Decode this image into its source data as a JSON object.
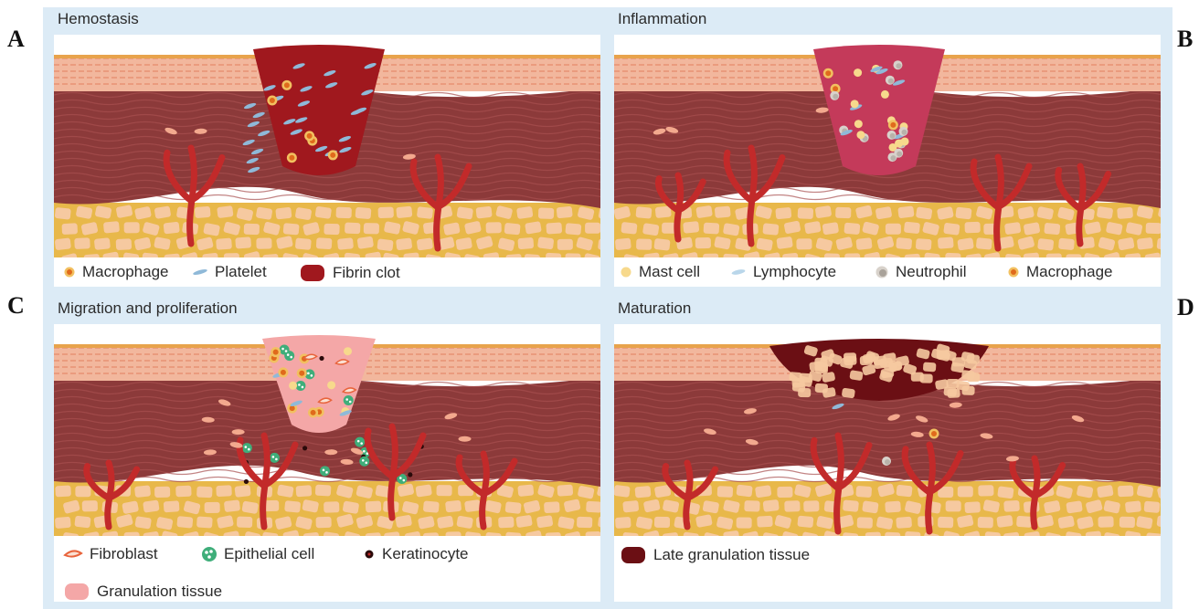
{
  "letters": {
    "a": "A",
    "b": "B",
    "c": "C",
    "d": "D"
  },
  "panels": [
    {
      "title": "Hemostasis",
      "legend": [
        {
          "icon": "macrophage-icon",
          "label": "Macrophage"
        },
        {
          "icon": "platelet-icon",
          "label": "Platelet"
        },
        {
          "icon": "fibrin-clot-icon",
          "label": "Fibrin clot"
        }
      ]
    },
    {
      "title": "Inflammation",
      "legend": [
        {
          "icon": "mast-cell-icon",
          "label": "Mast cell"
        },
        {
          "icon": "lymphocyte-icon",
          "label": "Lymphocyte"
        },
        {
          "icon": "neutrophil-icon",
          "label": "Neutrophil"
        },
        {
          "icon": "macrophage-icon",
          "label": "Macrophage"
        }
      ]
    },
    {
      "title": "Migration and proliferation",
      "legend": [
        {
          "icon": "fibroblast-icon",
          "label": "Fibroblast"
        },
        {
          "icon": "epithelial-cell-icon",
          "label": "Epithelial cell"
        },
        {
          "icon": "keratinocyte-icon",
          "label": "Keratinocyte"
        },
        {
          "icon": "granulation-tissue-icon",
          "label": "Granulation tissue"
        }
      ]
    },
    {
      "title": "Maturation",
      "legend": [
        {
          "icon": "late-granulation-tissue-icon",
          "label": "Late granulation tissue"
        }
      ]
    }
  ],
  "colors": {
    "epidermis": "#f2b79d",
    "dermis": "#8c3a3a",
    "dermis_line": "#a85050",
    "subcutis": "#e8b84a",
    "fat_cell": "#f6c9a0",
    "vessel": "#c22a2a",
    "fibrin_clot": "#a0181e",
    "inflamed_wound": "#c43a5a",
    "granulation": "#f4a7a7",
    "late_granulation": "#6b0f14",
    "macrophage": "#e06a1c",
    "platelet": "#8fb9d8",
    "mast_cell": "#f7d98c",
    "neutrophil": "#b8b2aa",
    "epithelial": "#3fae7a",
    "keratinocyte": "#2a0a0a",
    "fibroblast": "#e8643c"
  }
}
